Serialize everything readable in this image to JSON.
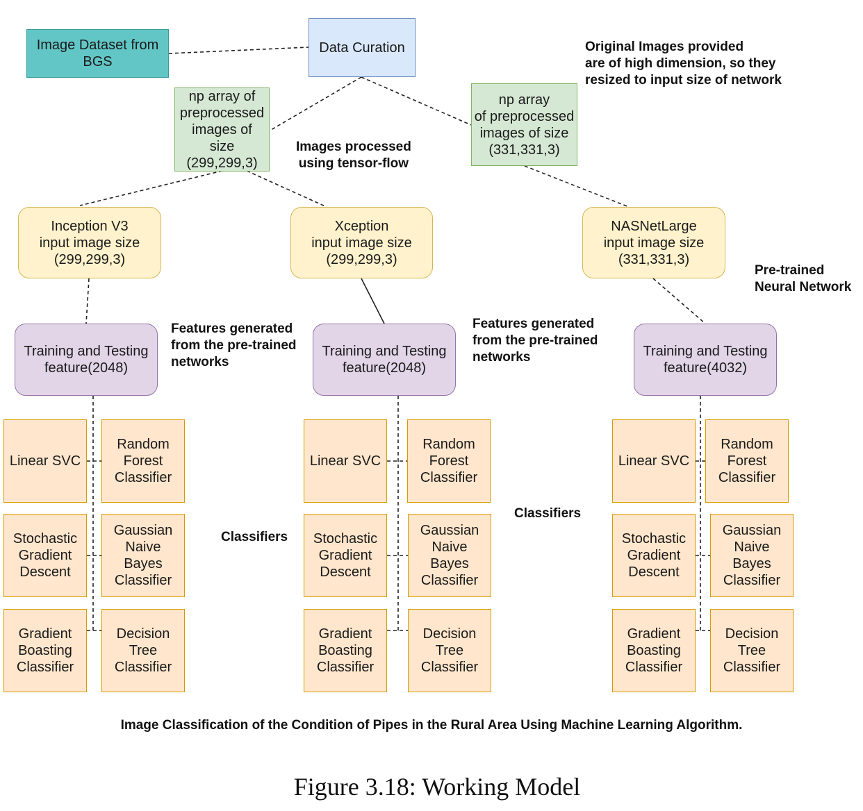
{
  "nodes": {
    "dataset": "Image Dataset from\nBGS",
    "curation": "Data Curation",
    "np_array_299": "np array of\npreprocessed\nimages of\nsize\n(299,299,3)",
    "np_array_331": "np array\nof preprocessed\nimages of size\n(331,331,3)",
    "inception": "Inception V3\ninput image size\n(299,299,3)",
    "xception": "Xception\ninput image size\n(299,299,3)",
    "nasnet": "NASNetLarge\ninput image size\n(331,331,3)",
    "features_1": "Training and Testing\nfeature(2048)",
    "features_2": "Training and Testing\nfeature(2048)",
    "features_3": "Training and Testing\nfeature(4032)"
  },
  "classifiers": {
    "linear_svc": "Linear SVC",
    "random_forest": "Random\nForest\nClassifier",
    "sgd": "Stochastic\nGradient\nDescent",
    "gaussian_nb": "Gaussian\nNaive\nBayes\nClassifier",
    "gradient_boosting": "Gradient\nBoasting\nClassifier",
    "decision_tree": "Decision\nTree\nClassifier"
  },
  "notes": {
    "original_images": "Original Images provided\nare of high dimension, so they\nresized to input size of network",
    "tensorflow": "Images processed\nusing tensor-flow",
    "pretrained": "Pre-trained\nNeural Network",
    "features_generated_1": "Features generated\nfrom the pre-trained\nnetworks",
    "features_generated_2": "Features generated\nfrom the pre-trained\nnetworks",
    "classifiers_1": "Classifiers",
    "classifiers_2": "Classifiers"
  },
  "footer": "Image Classification of the Condition of Pipes in the Rural Area Using Machine Learning Algorithm.",
  "caption": "Figure 3.18: Working Model"
}
